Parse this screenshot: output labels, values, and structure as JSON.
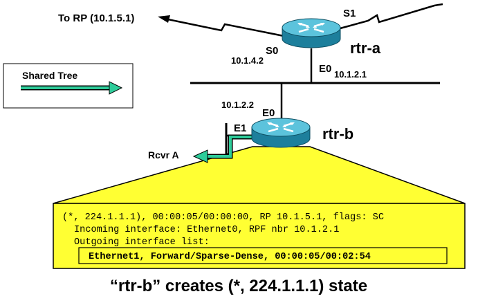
{
  "rp_label": "To RP (10.1.5.1)",
  "routers": {
    "rtr_a": {
      "name": "rtr-a",
      "s0_label": "S0",
      "s0_ip": "10.1.4.2",
      "s1_label": "S1",
      "e0_label": "E0",
      "e0_ip": "10.1.2.1"
    },
    "rtr_b": {
      "name": "rtr-b",
      "e0_label": "E0",
      "e0_ip": "10.1.2.2",
      "e1_label": "E1"
    }
  },
  "receiver_label": "Rcvr A",
  "legend": {
    "label": "Shared Tree",
    "arrow_color": "#2ecc9a"
  },
  "colors": {
    "router_body": "#2aa3c4",
    "router_top": "#5cc3dc",
    "callout_fill": "#ffff33",
    "highlight_fill": "#ffff33",
    "tree_arrow": "#2ecc9a"
  },
  "mroute": {
    "line1": "(*, 224.1.1.1), 00:00:05/00:00:00, RP 10.1.5.1, flags: SC",
    "line2": "Incoming interface: Ethernet0, RPF nbr 10.1.2.1",
    "line3": "Outgoing interface list:",
    "line4": "Ethernet1, Forward/Sparse-Dense, 00:00:05/00:02:54"
  },
  "caption": "“rtr-b” creates (*, 224.1.1.1) state"
}
